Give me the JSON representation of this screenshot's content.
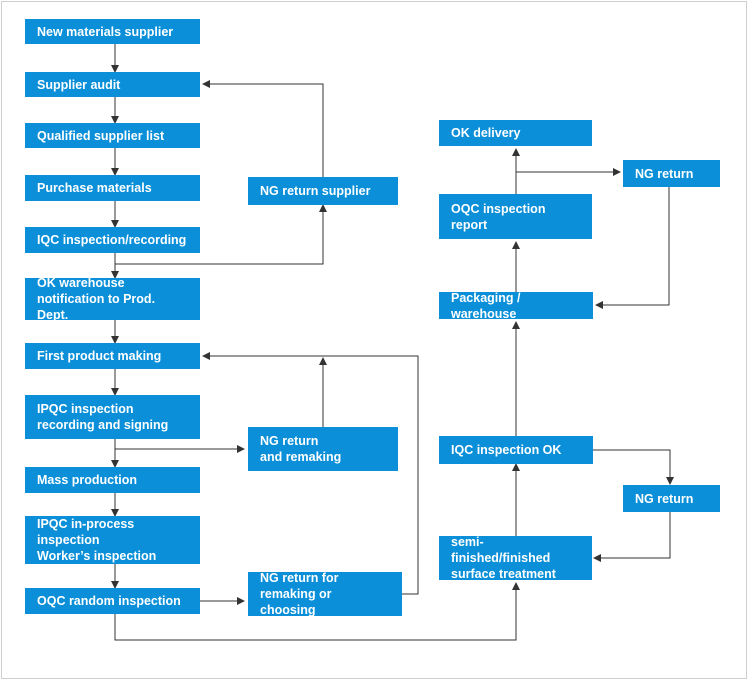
{
  "flow": {
    "new_materials_supplier": "New materials supplier",
    "supplier_audit": "Supplier audit",
    "qualified_supplier_list": "Qualified supplier list",
    "purchase_materials": "Purchase materials",
    "iqc_inspection_recording": "IQC inspection/recording",
    "ok_warehouse": "OK warehouse\nnotification to Prod. Dept.",
    "first_product_making": "First product making",
    "ipqc_recording_signing": "IPQC inspection\nrecording and signing",
    "mass_production": "Mass production",
    "ipqc_in_process": "IPQC in-process inspection\nWorker’s inspection",
    "oqc_random_inspection": "OQC random inspection",
    "ng_return_supplier": "NG return supplier",
    "ng_return_remaking": "NG return\nand remaking",
    "ng_return_remaking_choosing": "NG return for\nremaking or choosing",
    "ok_delivery": "OK delivery",
    "ng_return_top": "NG return",
    "oqc_inspection_report": "OQC inspection\nreport",
    "packaging_warehouse": "Packaging / warehouse",
    "iqc_inspection_ok": "IQC inspection OK",
    "ng_return_mid": "NG return",
    "surface_treatment": "semi-finished/finished\nsurface treatment"
  },
  "colors": {
    "box_fill": "#0a8fd8",
    "box_text": "#ffffff",
    "line": "#333333"
  }
}
